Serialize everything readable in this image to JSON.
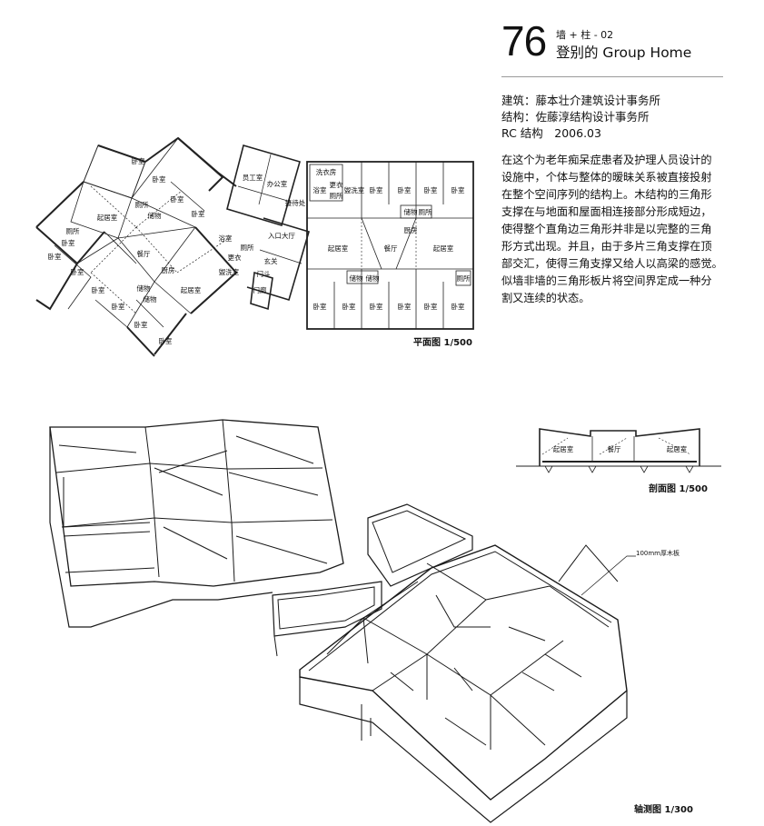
{
  "header": {
    "number": "76",
    "series": "墙 + 柱 - 02",
    "title": "登别的 Group Home"
  },
  "credits": {
    "architect": "建筑：藤本壮介建筑设计事务所",
    "structure": "结构：佐藤淳结构设计事务所",
    "spec": "RC 结构　2006.03"
  },
  "description": [
    "在这个为老年痴呆症患者及护理人员设计的",
    "设施中，个体与整体的暧昧关系被直接投射",
    "在整个空间序列的结构上。木结构的三角形",
    "支撑在与地面和屋面相连接部分形成短边，",
    "使得整个直角边三角形并非是以完整的三角",
    "形方式出现。并且，由于多片三角支撑在顶",
    "部交汇，使得三角支撑又给人以高梁的感觉。",
    "似墙非墙的三角形板片将空间界定成一种分",
    "割又连续的状态。"
  ],
  "captions": {
    "plan": "平面图 1/500",
    "section": "剖面图 1/500",
    "axon": "轴测图 1/300",
    "wood_note": "100mm厚木板"
  },
  "plan_rooms": {
    "bedroom": "卧室",
    "living": "起居室",
    "dining": "餐厅",
    "kitchen": "厨房",
    "storage": "储物",
    "toilet": "厕所",
    "bath": "浴室",
    "changing": "更衣",
    "laundry": "洗衣房",
    "staff": "员工室",
    "office": "办公室",
    "reception": "接待处",
    "entrance_hall": "入口大厅",
    "vestibule": "玄关",
    "porch": "门斗",
    "gate": "门廊",
    "shower": "盥洗室",
    "wash_right": "盥洗室",
    "storage2": "储物"
  },
  "section_rooms": {
    "living_left": "起居室",
    "dining": "餐厅",
    "living_right": "起居室"
  }
}
